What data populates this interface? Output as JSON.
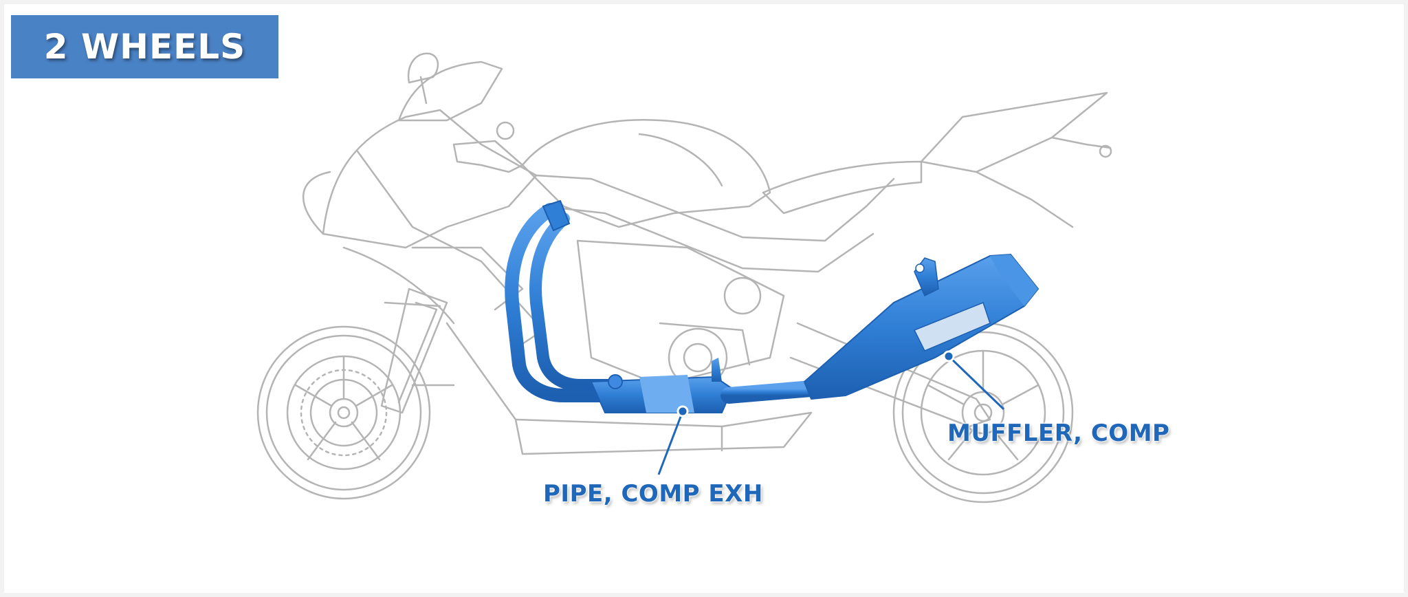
{
  "badge": {
    "label": "2 WHEELS",
    "color": "#4a82c6"
  },
  "callouts": {
    "pipe": "PIPE, COMP EXH",
    "muffler": "MUFFLER, COMP"
  },
  "colors": {
    "highlight": "#2f7fd6",
    "label": "#1f67b8",
    "outline": "#b4b4b4"
  },
  "illustration": {
    "subject": "motorcycle-outline"
  }
}
